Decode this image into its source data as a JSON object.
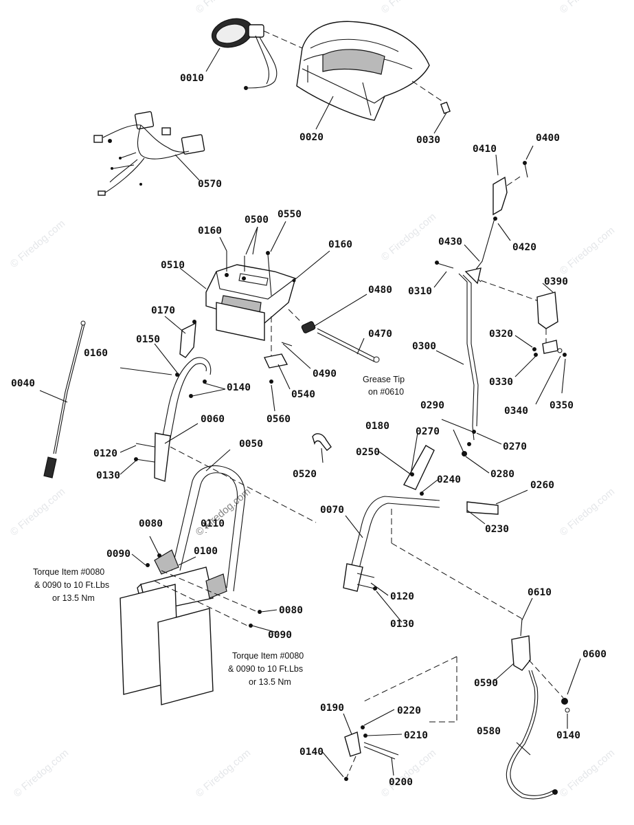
{
  "watermark": {
    "text": "© Firedog.com"
  },
  "labels": {
    "p0010": "0010",
    "p0020": "0020",
    "p0030": "0030",
    "p0570": "0570",
    "p0400": "0400",
    "p0410": "0410",
    "p0420": "0420",
    "p0430": "0430",
    "p0310": "0310",
    "p0390": "0390",
    "p0320": "0320",
    "p0330": "0330",
    "p0340": "0340",
    "p0350": "0350",
    "p0300": "0300",
    "p0160a": "0160",
    "p0500": "0500",
    "p0550": "0550",
    "p0160b": "0160",
    "p0510": "0510",
    "p0480": "0480",
    "p0470": "0470",
    "p0490": "0490",
    "p0540": "0540",
    "p0560": "0560",
    "p0170": "0170",
    "p0150": "0150",
    "p0160c": "0160",
    "p0140a": "0140",
    "p0040": "0040",
    "p0060": "0060",
    "p0120a": "0120",
    "p0130a": "0130",
    "p0050": "0050",
    "p0520": "0520",
    "p0110": "0110",
    "p0080a": "0080",
    "p0090a": "0090",
    "p0100": "0100",
    "p0080b": "0080",
    "p0090b": "0090",
    "p0180": "0180",
    "p0270a": "0270",
    "p0290": "0290",
    "p0270b": "0270",
    "p0250": "0250",
    "p0240": "0240",
    "p0280": "0280",
    "p0260": "0260",
    "p0070": "0070",
    "p0230": "0230",
    "p0120b": "0120",
    "p0130b": "0130",
    "p0610": "0610",
    "p0600": "0600",
    "p0590": "0590",
    "p0140b": "0140",
    "p0580": "0580",
    "p0190": "0190",
    "p0220": "0220",
    "p0210": "0210",
    "p0140c": "0140",
    "p0200": "0200"
  },
  "notes": {
    "grease": [
      "Grease Tip",
      "on #0610"
    ],
    "torque_left": [
      "Torque Item #0080",
      "& 0090 to 10 Ft.Lbs",
      "or 13.5 Nm"
    ],
    "torque_bottom": [
      "Torque Item #0080",
      "& 0090 to 10 Ft.Lbs",
      "or 13.5 Nm"
    ]
  }
}
